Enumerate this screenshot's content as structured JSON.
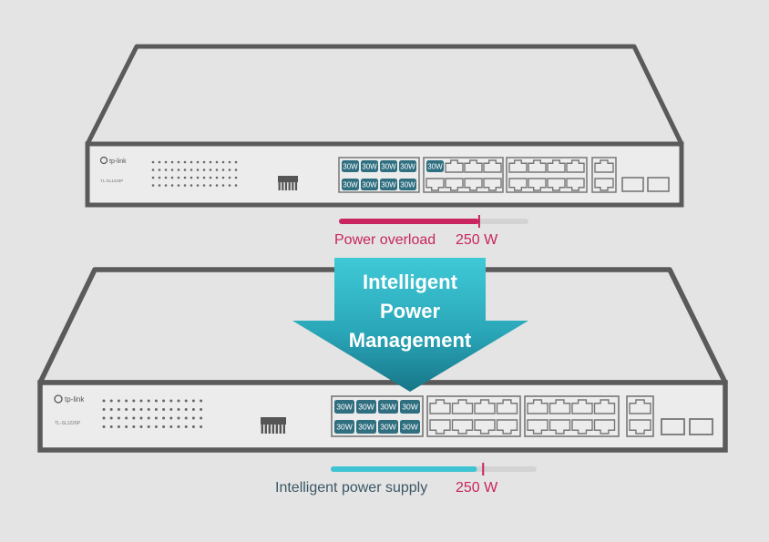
{
  "colors": {
    "background": "#e4e4e4",
    "outline": "#5a5a5a",
    "poe_port": "#2f6f80",
    "overload": "#c8245f",
    "intelligent": "#3ec3d3",
    "arrow_top": "#3fc9d6",
    "arrow_bottom": "#1d7f90",
    "track": "#d3d3d3"
  },
  "top_switch": {
    "brand": "tp-link",
    "model": "TL-SL1226P",
    "poe_ports_top": [
      "30W",
      "30W",
      "30W",
      "30W",
      "30W"
    ],
    "poe_ports_bottom": [
      "30W",
      "30W",
      "30W",
      "30W"
    ],
    "budget_label": "Power overload",
    "budget_value": "250 W",
    "bar_fill_fraction": 0.74,
    "bar_marker_fraction": 0.74
  },
  "arrow": {
    "line1": "Intelligent",
    "line2": "Power",
    "line3": "Management"
  },
  "bottom_switch": {
    "brand": "tp-link",
    "model": "TL-SL1226P",
    "poe_ports_top": [
      "30W",
      "30W",
      "30W",
      "30W"
    ],
    "poe_ports_bottom": [
      "30W",
      "30W",
      "30W",
      "30W"
    ],
    "budget_label": "Intelligent power supply",
    "budget_value": "250 W",
    "bar_fill_fraction": 0.71,
    "bar_marker_fraction": 0.74
  }
}
